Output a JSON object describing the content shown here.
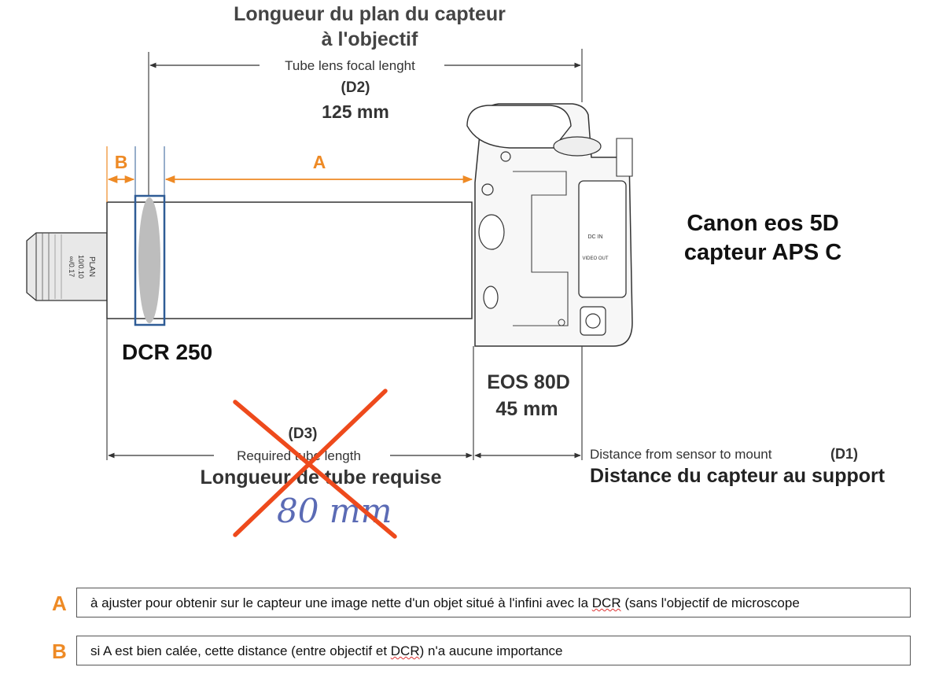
{
  "header": {
    "title_line1": "Longueur du plan du capteur",
    "title_line2": "à l'objectif",
    "d2_caption": "Tube lens focal lenght",
    "d2_code": "(D2)",
    "d2_value": "125 mm"
  },
  "labels": {
    "b_marker": "B",
    "a_marker": "A",
    "dcr": "DCR 250",
    "camera_line1": "Canon eos 5D",
    "camera_line2": "capteur APS C",
    "eos_model": "EOS 80D",
    "eos_value": "45 mm",
    "d3_code": "(D3)",
    "d3_caption": "Required tube length",
    "d3_french": "Longueur de tube requise",
    "handwritten": "80 mm",
    "d1_caption": "Distance from sensor to mount",
    "d1_code": "(D1)",
    "d1_french": "Distance du capteur au support"
  },
  "objective_engraving": {
    "line1": "PLAN",
    "line2": "10/0.10",
    "line3": "∞/0.17"
  },
  "camera_side_marks": {
    "dc_in": "DC IN",
    "video_out": "VIDEO OUT"
  },
  "notes": [
    {
      "letter": "A",
      "before": "à ajuster pour obtenir sur le capteur une image nette d'un objet situé à l'infini avec la ",
      "flagged": "DCR",
      "after": " (sans l'objectif de microscope"
    },
    {
      "letter": "B",
      "before": "si A est bien calée, cette distance (entre objectif et ",
      "flagged": "DCR",
      "after": ") n'a aucune importance"
    }
  ],
  "colors": {
    "accent_orange": "#ee8a25",
    "cross_red": "#ee4a1c",
    "lens_blue": "#2f5c96",
    "ink": "#2a2a2a"
  }
}
